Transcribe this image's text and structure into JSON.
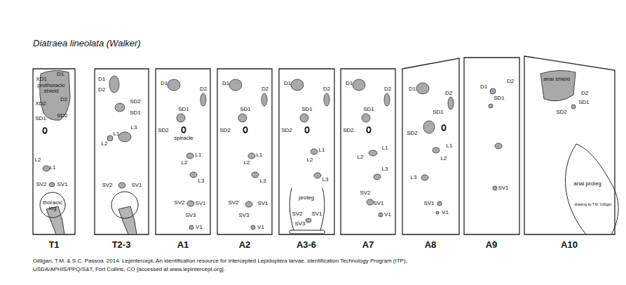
{
  "diagram": {
    "title": "Diatraea lineolata (Walker)",
    "caption": "Gilligan, T.M. & S.C. Passoa. 2014. Lepintercept, An identification resource for intercepted Lepidoptera larvae. Identification Technology Program (ITP), USDA/APHIS/PPQ/S&T, Fort Collins, CO [accessed at www.lepintercept.org].",
    "nodes": [
      {
        "text": [
          "T1",
          "D1",
          "XD1",
          "XD2",
          "D2",
          "SD2",
          "SD1",
          "L2",
          "L1",
          "SV2",
          "SV1"
        ]
      },
      {
        "text": [
          "prothoracic shield"
        ],
        "in": 0
      },
      {
        "text": [
          "thoracic leg"
        ],
        "in": 0
      },
      {
        "text": [
          "T2-3",
          "D1",
          "D2",
          "SD2",
          "SD1",
          "L3",
          "L1",
          "L2",
          "SV2",
          "SV1"
        ]
      },
      {
        "text": [
          "A1",
          "D1",
          "D2",
          "SD1",
          "SD2",
          "spiracle",
          "L1",
          "L2",
          "L3",
          "SV2",
          "SV1",
          "SV3",
          "V1"
        ]
      },
      {
        "text": [
          "A2",
          "D1",
          "D2",
          "SD1",
          "SD2",
          "L1",
          "L2",
          "L3",
          "SV2",
          "SV1",
          "SV3",
          "V1"
        ]
      },
      {
        "text": [
          "A3-6",
          "D1",
          "D2",
          "SD1",
          "SD2",
          "L1",
          "L2",
          "L3",
          "SV2",
          "SV1",
          "SV3"
        ]
      },
      {
        "text": [
          "proleg"
        ],
        "in": 6
      },
      {
        "text": [
          "A7",
          "D1",
          "D2",
          "SD1",
          "SD2",
          "L1",
          "L2",
          "L3",
          "SV2",
          "SV1",
          "V1"
        ]
      },
      {
        "text": [
          "A8",
          "D1",
          "D2",
          "SD1",
          "SD2",
          "L1",
          "L2",
          "L3",
          "SV1",
          "V1"
        ]
      },
      {
        "text": [
          "A9",
          "D1",
          "D2",
          "SD1",
          "SV1"
        ]
      },
      {
        "text": [
          "A10",
          "D2",
          "SD1",
          "SD2"
        ]
      },
      {
        "text": [
          "anal shield"
        ],
        "in": 11
      },
      {
        "text": [
          "anal proleg"
        ],
        "in": 11
      }
    ],
    "labels": [
      "drawing by T.M. Gilligan"
    ]
  }
}
